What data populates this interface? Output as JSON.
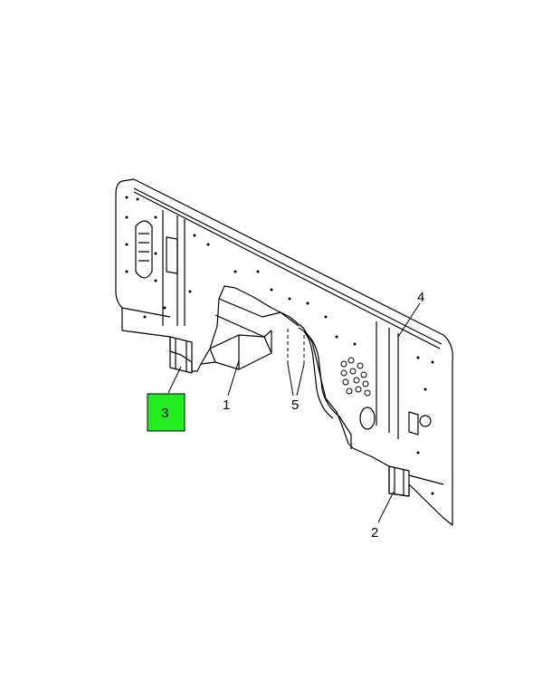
{
  "diagram": {
    "highlight_color": "#22ee22",
    "callouts": [
      {
        "id": "callout-1",
        "label": "1"
      },
      {
        "id": "callout-2",
        "label": "2"
      },
      {
        "id": "callout-3",
        "label": "3",
        "highlighted": true
      },
      {
        "id": "callout-4",
        "label": "4"
      },
      {
        "id": "callout-5",
        "label": "5"
      }
    ]
  }
}
